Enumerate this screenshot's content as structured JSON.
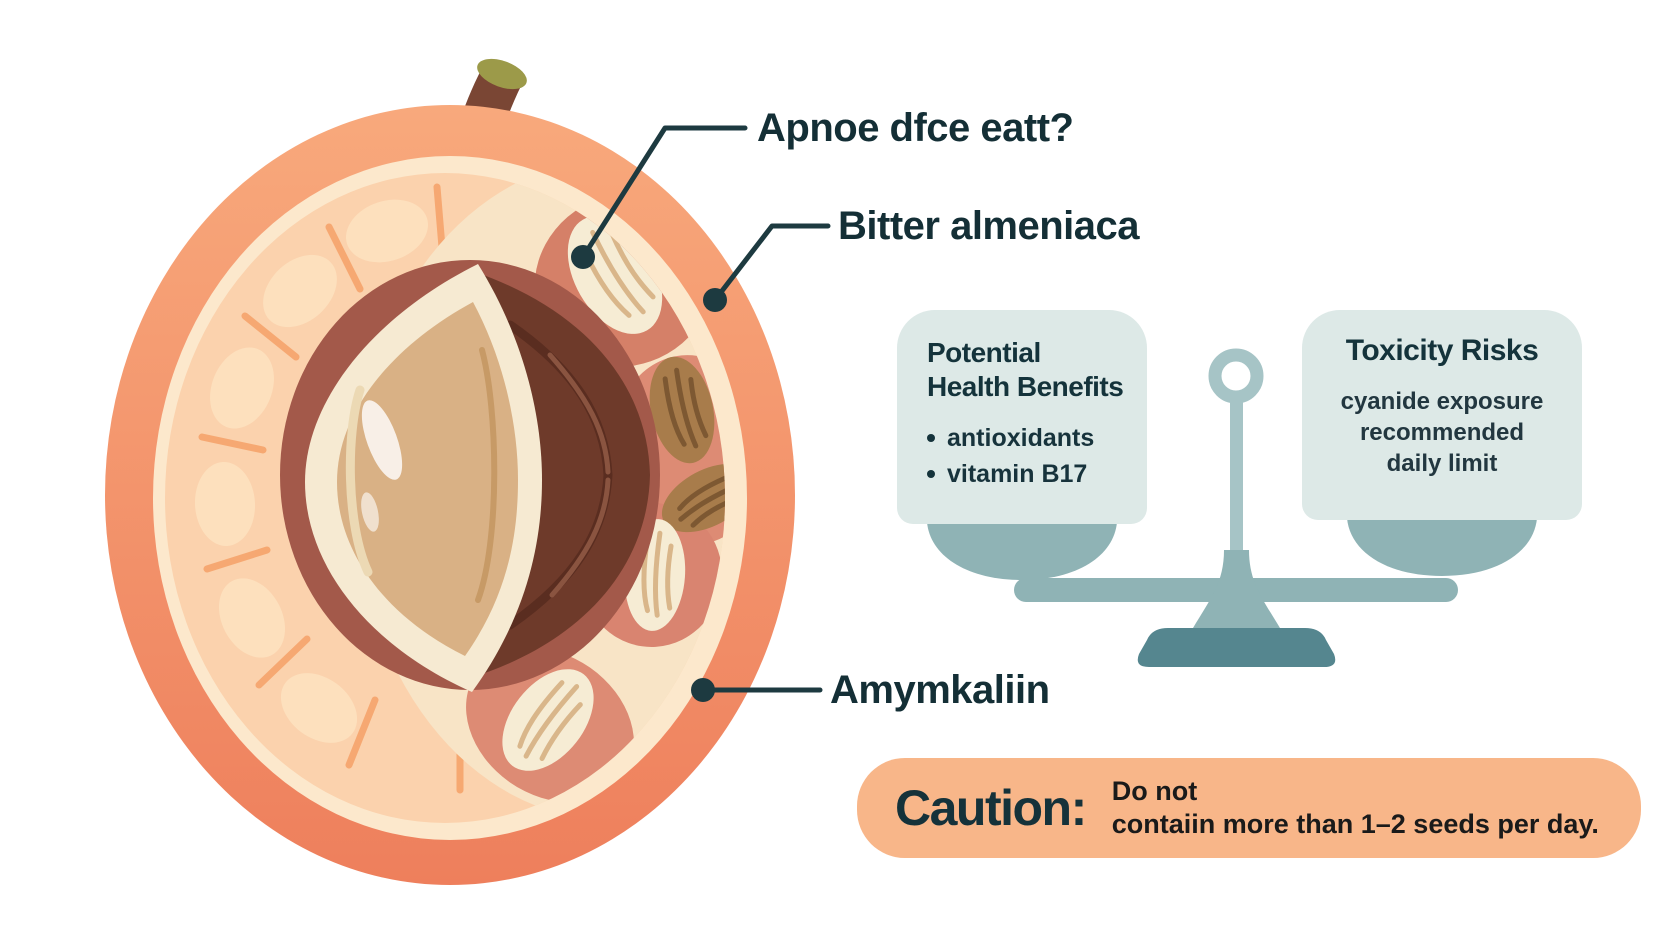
{
  "fruit_diagram": {
    "description": "Cross-section of an apricot showing kernel, pit and seeds",
    "labels": [
      {
        "text": "Apnoe dfce eatt?"
      },
      {
        "text": "Bitter almeniaca"
      },
      {
        "text": "Amymkaliin"
      }
    ]
  },
  "scale": {
    "benefits": {
      "title_lines": [
        "Potential",
        "Health Benefits"
      ],
      "bullets": [
        "antioxidants",
        "vitamin B17"
      ]
    },
    "risks": {
      "title": "Toxicity Risks",
      "lines": [
        "cyanide exposure",
        "recommended",
        "daily limit"
      ]
    }
  },
  "caution": {
    "heading": "Caution:",
    "lines": [
      "Do not",
      "contaiin more than 1–2 seeds per day."
    ]
  },
  "colors": {
    "label_text": "#142f36",
    "leader_line": "#1d3a40",
    "panel_bg": "#dde9e7",
    "scale_metal": "#8fb3b5",
    "scale_pole": "#a6c4c6",
    "scale_base": "#55868f",
    "caution_bg": "#f8b689",
    "fruit_skin": "#f29b6e",
    "fruit_flesh": "#fbd2ad",
    "pit_dark": "#6e3a2a",
    "kernel_tan": "#d9b185",
    "seed_cream": "#f6ecd4",
    "seed_brown": "#a87c4b"
  }
}
